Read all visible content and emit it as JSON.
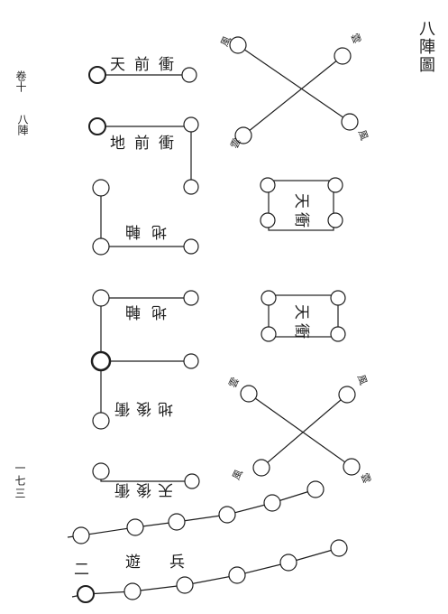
{
  "page": {
    "title": "八陣圖",
    "juan": "卷十",
    "chapter": "八陣",
    "page_number": "一七三"
  },
  "labels": {
    "tian_qian_heng": "天前衝",
    "di_qian_heng": "地前衝",
    "di_zhou_1": "地軸",
    "di_zhou_2": "地軸",
    "di_hou_heng": "地後衝",
    "tian_hou_heng": "天後衝",
    "tian_heng_1": "天衝",
    "tian_heng_2": "天衝",
    "you_bing": "遊兵",
    "er": "二",
    "feng_top_left": "風",
    "yun_top_right": "雲",
    "yun_mid_left": "雲",
    "feng_mid_right": "風",
    "yun_low_left": "雲",
    "feng_low_right": "風",
    "feng_bottom_left": "風",
    "yun_bottom_right": "雲"
  }
}
